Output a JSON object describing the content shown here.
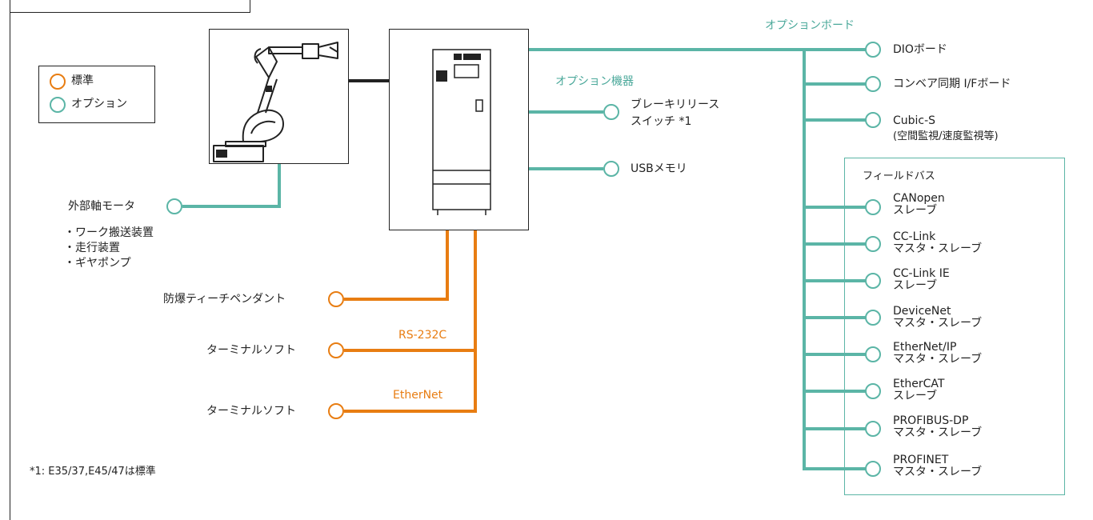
{
  "colors": {
    "standard": "#e87d12",
    "option": "#5bb5a6"
  },
  "legend": {
    "standard": "標準",
    "option": "オプション"
  },
  "headers": {
    "option_board": "オプションボード",
    "option_devices": "オプション機器",
    "rs232c": "RS-232C",
    "ethernet": "EtherNet"
  },
  "option_boards": {
    "dio": "DIOボード",
    "conveyor": "コンベア同期 I/Fボード",
    "cubic_line1": "Cubic-S",
    "cubic_line2": "(空間監視/速度監視等)"
  },
  "option_devices": {
    "brake_line1": "ブレーキリリース",
    "brake_line2": "スイッチ *1",
    "usb": "USBメモリ"
  },
  "external_axis": {
    "label": "外部軸モータ",
    "items": [
      "・ワーク搬送装置",
      "・走行装置",
      "・ギヤポンプ"
    ]
  },
  "standard_devices": {
    "pendant": "防爆ティーチペンダント",
    "terminal1": "ターミナルソフト",
    "terminal2": "ターミナルソフト"
  },
  "fieldbus": {
    "title": "フィールドバス",
    "items": [
      {
        "name": "CANopen",
        "role": "スレーブ"
      },
      {
        "name": "CC-Link",
        "role": "マスタ・スレーブ"
      },
      {
        "name": "CC-Link IE",
        "role": "スレーブ"
      },
      {
        "name": "DeviceNet",
        "role": "マスタ・スレーブ"
      },
      {
        "name": "EtherNet/IP",
        "role": "マスタ・スレーブ"
      },
      {
        "name": "EtherCAT",
        "role": "スレーブ"
      },
      {
        "name": "PROFIBUS-DP",
        "role": "マスタ・スレーブ"
      },
      {
        "name": "PROFINET",
        "role": "マスタ・スレーブ"
      }
    ]
  },
  "footnote": "*1: E35/37,E45/47は標準"
}
